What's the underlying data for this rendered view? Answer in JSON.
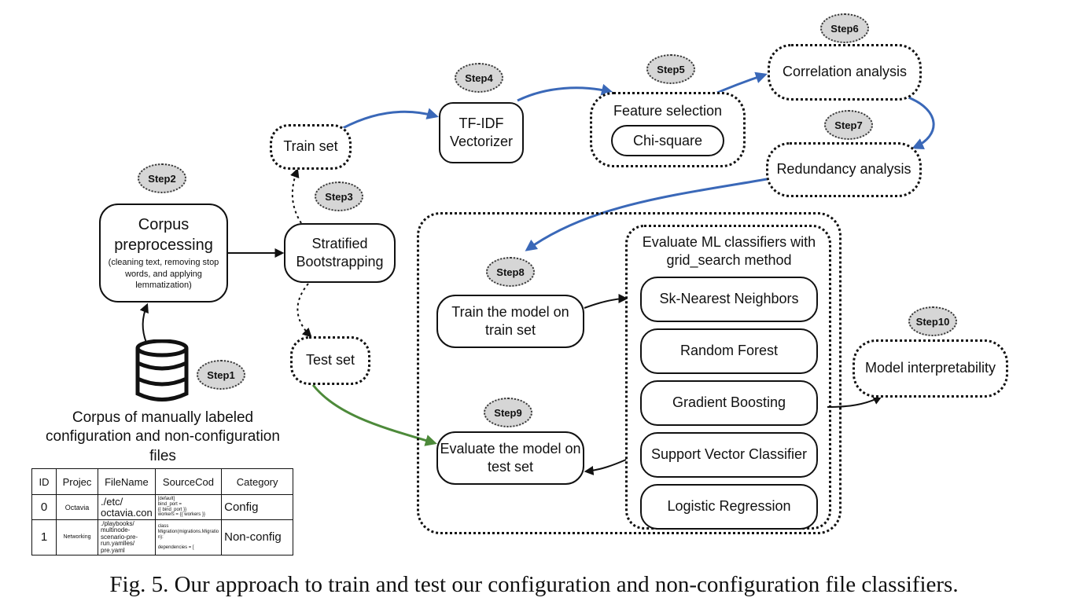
{
  "steps": [
    "Step1",
    "Step2",
    "Step3",
    "Step4",
    "Step5",
    "Step6",
    "Step7",
    "Step8",
    "Step9",
    "Step10"
  ],
  "nodes": {
    "corpus_title": "Corpus",
    "corpus_subtitle": "preprocessing",
    "corpus_detail": "(cleaning text, removing stop words, and applying lemmatization)",
    "stratified": "Stratified Bootstrapping",
    "train_set": "Train set",
    "test_set": "Test set",
    "tfidf": "TF-IDF Vectorizer",
    "feature_selection": "Feature selection",
    "chi_square": "Chi-square",
    "correlation": "Correlation analysis",
    "redundancy": "Redundancy analysis",
    "train_model": "Train the model on train set",
    "evaluate_model": "Evaluate the model on test set",
    "interpretability": "Model interpretability",
    "database_label": "Corpus of manually labeled configuration and non-configuration files"
  },
  "classifiers": {
    "heading": "Evaluate ML classifiers with grid_search method",
    "items": [
      "Sk-Nearest Neighbors",
      "Random Forest",
      "Gradient Boosting",
      "Support Vector Classifier",
      "Logistic Regression"
    ]
  },
  "table": {
    "headers": [
      "ID",
      "Projec",
      "FileName",
      "SourceCod",
      "Category"
    ],
    "rows": [
      {
        "id": "0",
        "project": "Octavia",
        "file": "./etc/ octavia.con",
        "source": "[default]\nbind_port =\n{{ bind_port }}\nworkers = {{ workers }}",
        "category": "Config"
      },
      {
        "id": "1",
        "project": "Networking",
        "file": "./playbooks/ multinode-scenario-pre-run.yamlles/ pre.yaml",
        "source": "class\nMigration(migrations.Migratio\nn):\n\ndependencies = [",
        "category": "Non-config"
      }
    ]
  },
  "caption": "Fig. 5.  Our approach to train and test our configuration and non-configuration file classifiers.",
  "colors": {
    "blue_arrow": "#3a68b8",
    "green_arrow": "#4d8a3a",
    "black_arrow": "#111111",
    "step_fill": "#d6d6d6"
  }
}
